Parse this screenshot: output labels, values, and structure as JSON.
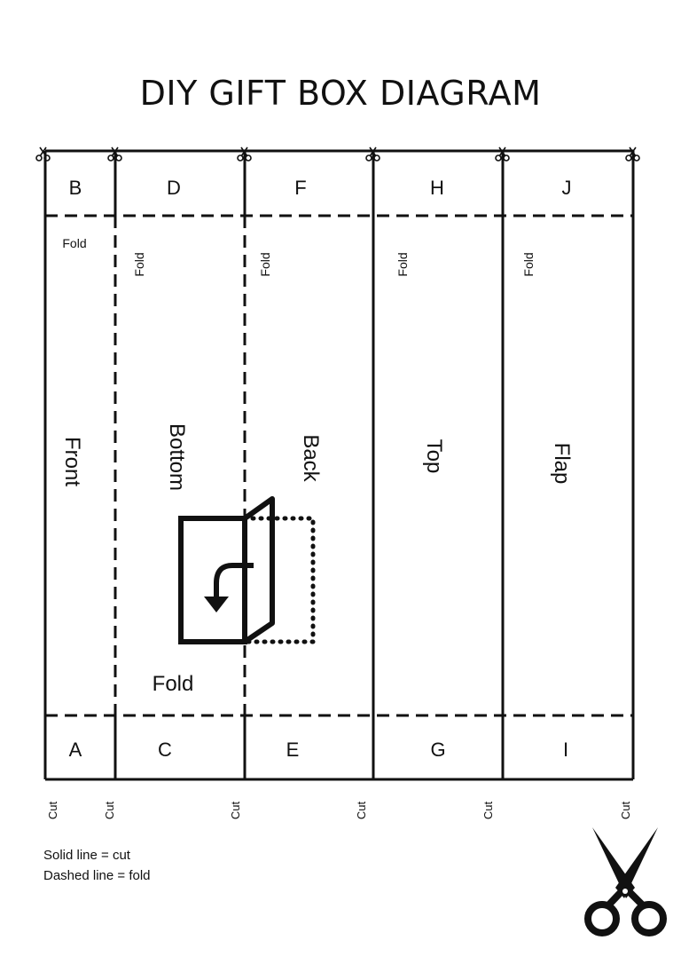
{
  "title": "DIY GIFT BOX DIAGRAM",
  "tabs_top": [
    "B",
    "D",
    "F",
    "H",
    "J"
  ],
  "tabs_bottom": [
    "A",
    "C",
    "E",
    "G",
    "I"
  ],
  "panels": [
    "Front",
    "Bottom",
    "Back",
    "Top",
    "Flap"
  ],
  "fold_labels": [
    "Fold",
    "Fold",
    "Fold",
    "Fold",
    "Fold"
  ],
  "fold_instruction": "Fold",
  "cut_labels": [
    "Cut",
    "Cut",
    "Cut",
    "Cut",
    "Cut",
    "Cut"
  ],
  "legend": {
    "solid": "Solid line = cut",
    "dashed": "Dashed line = fold"
  },
  "icons": {
    "small_scissors": "scissors-icon",
    "large_scissors": "scissors-icon",
    "fold_guide": "fold-arrow-icon"
  },
  "colors": {
    "ink": "#111111",
    "background": "#ffffff"
  }
}
